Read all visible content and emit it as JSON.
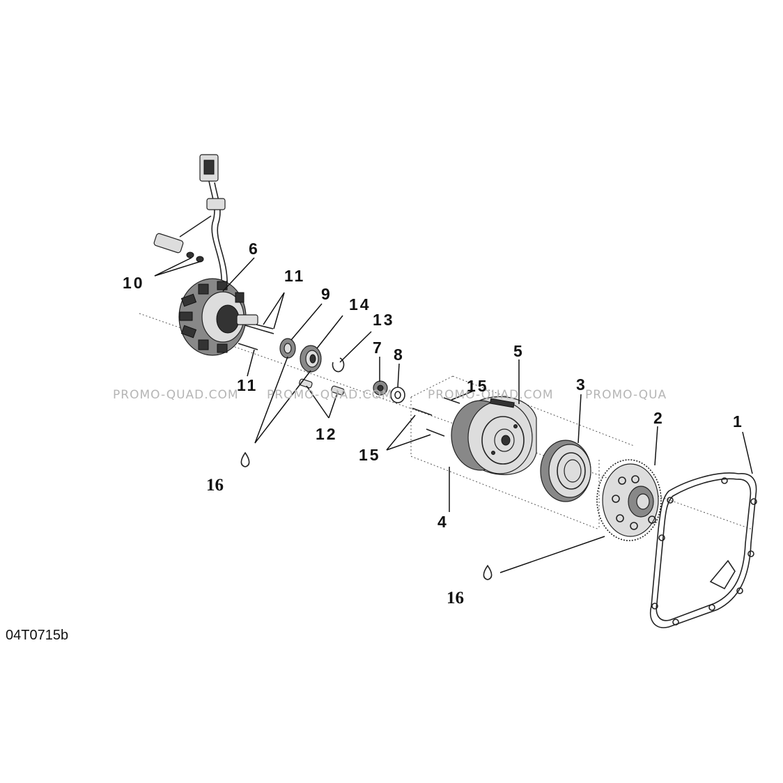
{
  "watermarks": [
    "PROMO-QUAD.COM",
    "PROMO-QUAD.COM",
    "PROMO-QUAD.COM",
    "PROMO-QUA"
  ],
  "reference_code": "04T0715b",
  "callouts": {
    "c1": "1",
    "c2": "2",
    "c3": "3",
    "c4": "4",
    "c5": "5",
    "c6": "6",
    "c7": "7",
    "c8": "8",
    "c9": "9",
    "c10": "10",
    "c11a": "11",
    "c11b": "11",
    "c12": "12",
    "c13": "13",
    "c14": "14",
    "c15a": "15",
    "c15b": "15",
    "c16a": "16",
    "c16b": "16"
  },
  "colors": {
    "ink": "#111111",
    "watermark": "#b5b5b5",
    "background": "#ffffff"
  }
}
